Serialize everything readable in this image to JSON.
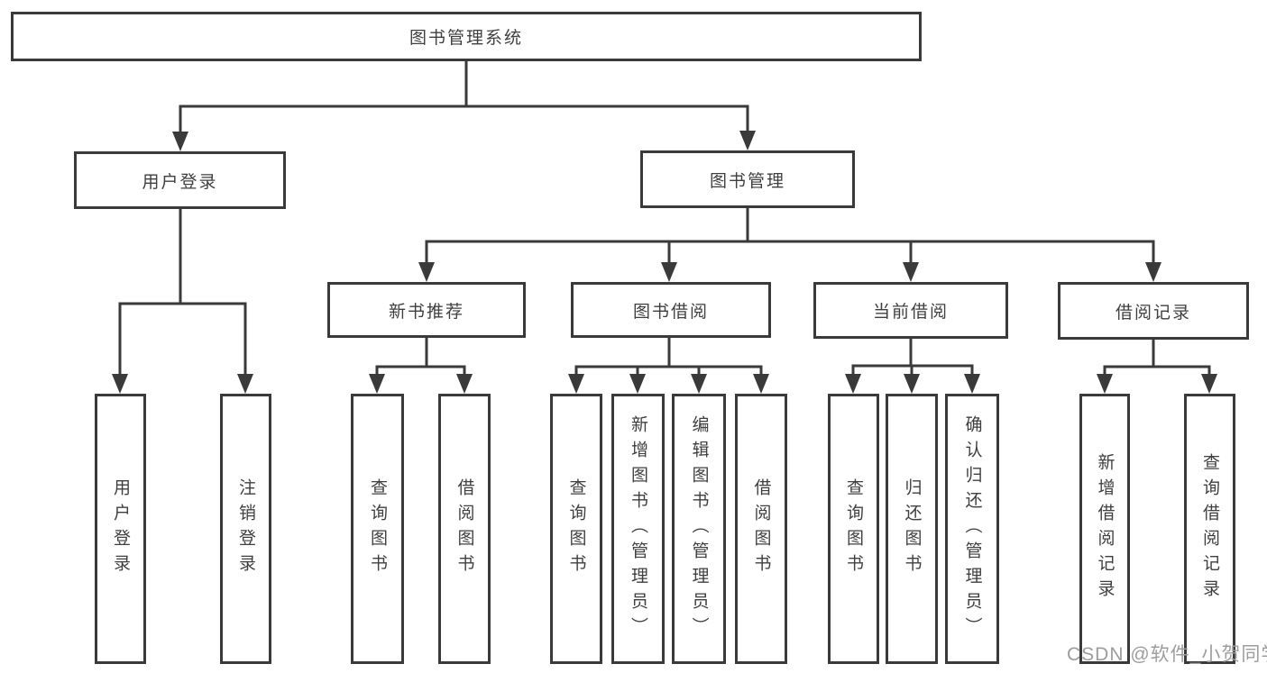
{
  "tree": {
    "root": {
      "label": "图书管理系统"
    },
    "branches": [
      {
        "label": "用户登录",
        "children": [
          "用户登录",
          "注销登录"
        ]
      },
      {
        "label": "图书管理",
        "sections": [
          {
            "label": "新书推荐",
            "children": [
              "查询图书",
              "借阅图书"
            ]
          },
          {
            "label": "图书借阅",
            "children": [
              "查询图书",
              "新增图书（管理员）",
              "编辑图书（管理员）",
              "借阅图书"
            ]
          },
          {
            "label": "当前借阅",
            "children": [
              "查询图书",
              "归还图书",
              "确认归还（管理员）"
            ]
          },
          {
            "label": "借阅记录",
            "children": [
              "新增借阅记录",
              "查询借阅记录"
            ]
          }
        ]
      }
    ]
  },
  "watermark": "CSDN @软件_小贺同学",
  "colors": {
    "line": "#3a3a3a",
    "text": "#3f3f3f",
    "watermark": "#9d9d9d",
    "background": "#ffffff"
  }
}
